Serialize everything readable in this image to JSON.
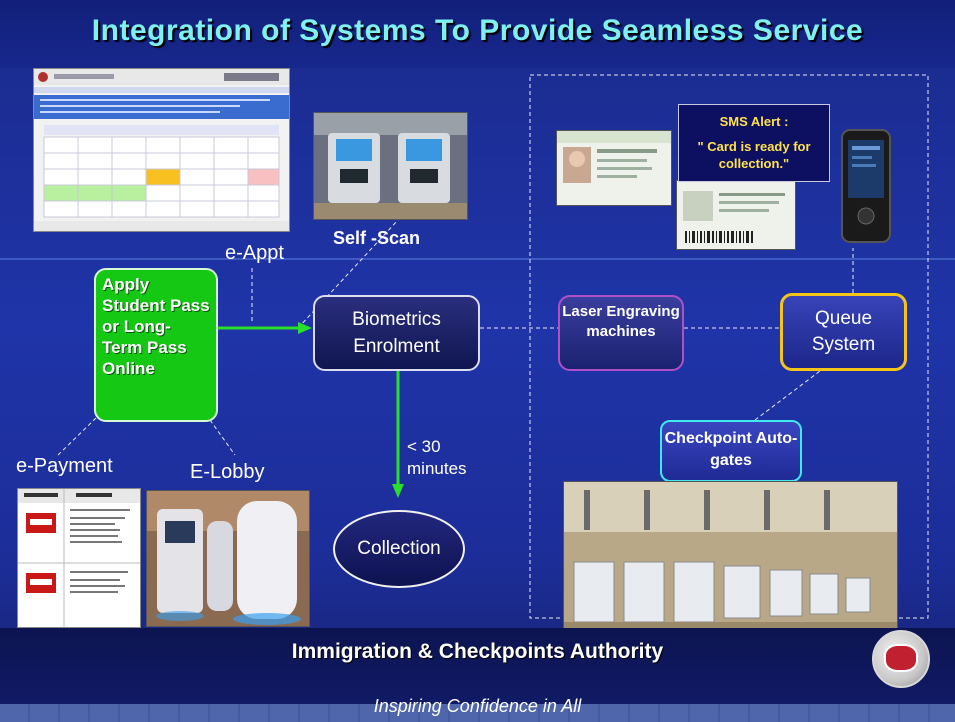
{
  "slide": {
    "title": "Integration of Systems To Provide Seamless Service"
  },
  "flow": {
    "apply_box": "Apply Student Pass or Long-Term Pass Online",
    "biometrics_box": "Biometrics Enrolment",
    "laser_box": "Laser Engraving machines",
    "queue_box": "Queue System",
    "checkpoint_box": "Checkpoint Auto-gates",
    "collection_box": "Collection",
    "duration_label": "< 30 minutes"
  },
  "labels": {
    "e_appt": "e-Appt",
    "self_scan": "Self -Scan",
    "e_payment": "e-Payment",
    "e_lobby": "E-Lobby"
  },
  "sms": {
    "title": "SMS Alert :",
    "message": "\" Card is ready for collection.\""
  },
  "footer": {
    "organization": "Immigration & Checkpoints Authority",
    "tagline": "Inspiring Confidence in All"
  },
  "colors": {
    "title": "#7ff0f0",
    "apply_green": "#14c814",
    "queue_border": "#f4c418",
    "laser_border": "#b050c8",
    "checkpoint_border": "#40e8f0",
    "arrow_green": "#28e028"
  }
}
